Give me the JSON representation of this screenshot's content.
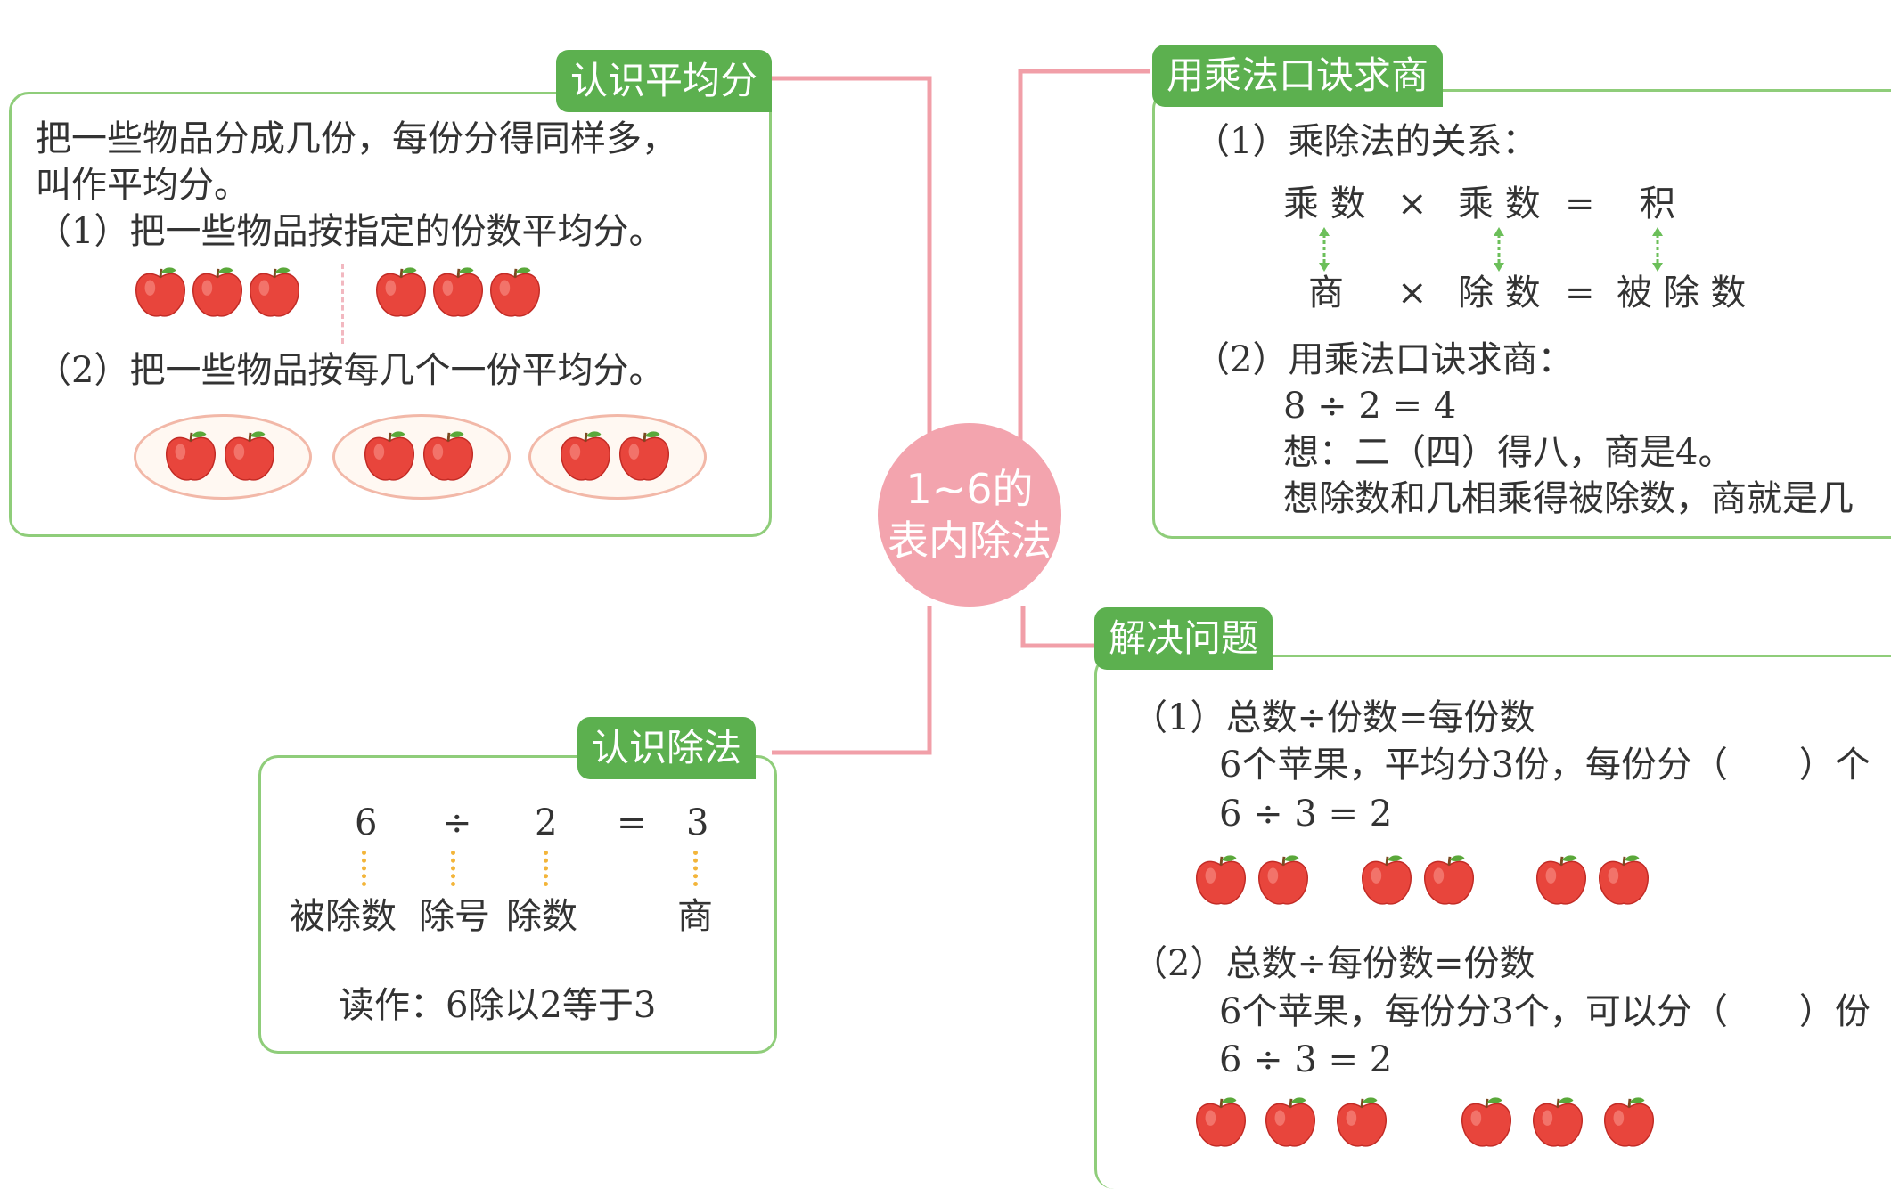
{
  "center": {
    "line1": "1~6的",
    "line2": "表内除法"
  },
  "avg": {
    "title": "认识平均分",
    "def1": "把一些物品分成几份，每份分得同样多，",
    "def2": "叫作平均分。",
    "item1": "（1）把一些物品按指定的份数平均分。",
    "item2": "（2）把一些物品按每几个一份平均分。"
  },
  "mult": {
    "title": "用乘法口诀求商",
    "item1": "（1）乘除法的关系：",
    "r1": {
      "a": "乘 数",
      "op": "×",
      "b": "乘 数",
      "eq": "=",
      "c": "积"
    },
    "r2": {
      "a": "商",
      "op": "×",
      "b": "除 数",
      "eq": "=",
      "c": "被 除 数"
    },
    "item2": "（2）用乘法口诀求商：",
    "eq": "8 ÷ 2 = 4",
    "think": "想：二（四）得八，商是4。",
    "think2": "想除数和几相乘得被除数，商就是几"
  },
  "div": {
    "title": "认识除法",
    "n1": "6",
    "op": "÷",
    "n2": "2",
    "eq": "=",
    "n3": "3",
    "l1": "被除数",
    "l2": "除号",
    "l3": "除数",
    "l4": "商",
    "read": "读作：6除以2等于3"
  },
  "solve": {
    "title": "解决问题",
    "f1": "（1）总数÷份数=每份数",
    "p1": "6个苹果，平均分3份，每份分（　　）个",
    "e1": "6 ÷ 3 = 2",
    "f2": "（2）总数÷每份数=份数",
    "p2": "6个苹果，每份分3个，可以分（　　）份",
    "e2": "6 ÷ 3 = 2"
  }
}
